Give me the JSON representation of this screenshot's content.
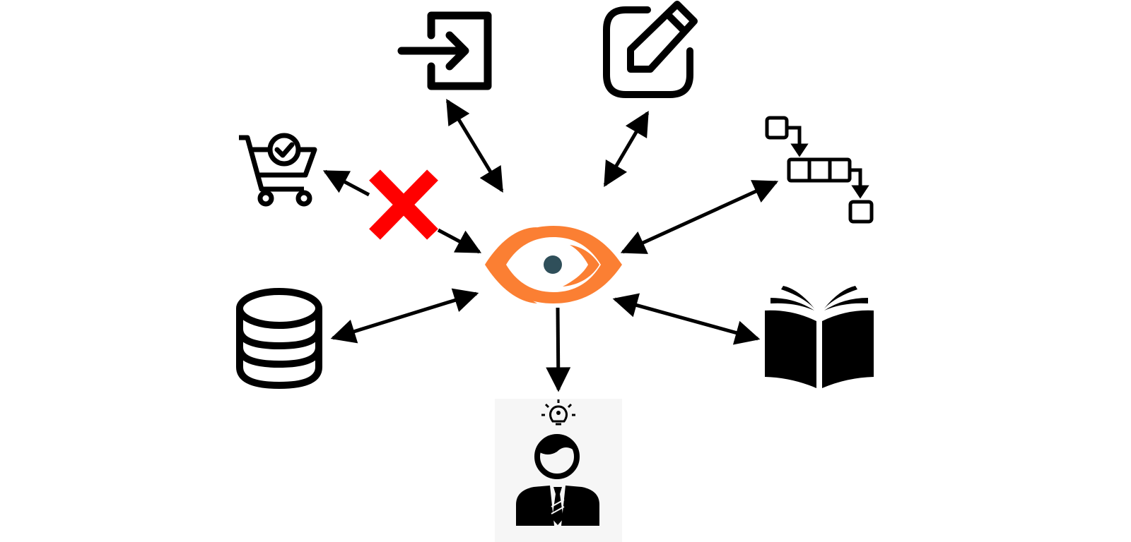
{
  "diagram": {
    "center": {
      "icon": "eye-logo-icon"
    },
    "nodes": [
      {
        "icon": "login-icon",
        "connection": "bidirectional"
      },
      {
        "icon": "edit-icon",
        "connection": "bidirectional"
      },
      {
        "icon": "queue-workflow-icon",
        "connection": "bidirectional"
      },
      {
        "icon": "book-icon",
        "connection": "bidirectional"
      },
      {
        "icon": "person-idea-icon",
        "connection": "outgoing"
      },
      {
        "icon": "database-icon",
        "connection": "bidirectional"
      },
      {
        "icon": "shopping-cart-check-icon",
        "connection": "blocked"
      }
    ],
    "blocked_marker": "red-x-icon"
  },
  "colors": {
    "eye": "#fb7f33",
    "pupil": "#2f4f5a",
    "arrows": "#000000",
    "blocked": "#ff0000"
  }
}
